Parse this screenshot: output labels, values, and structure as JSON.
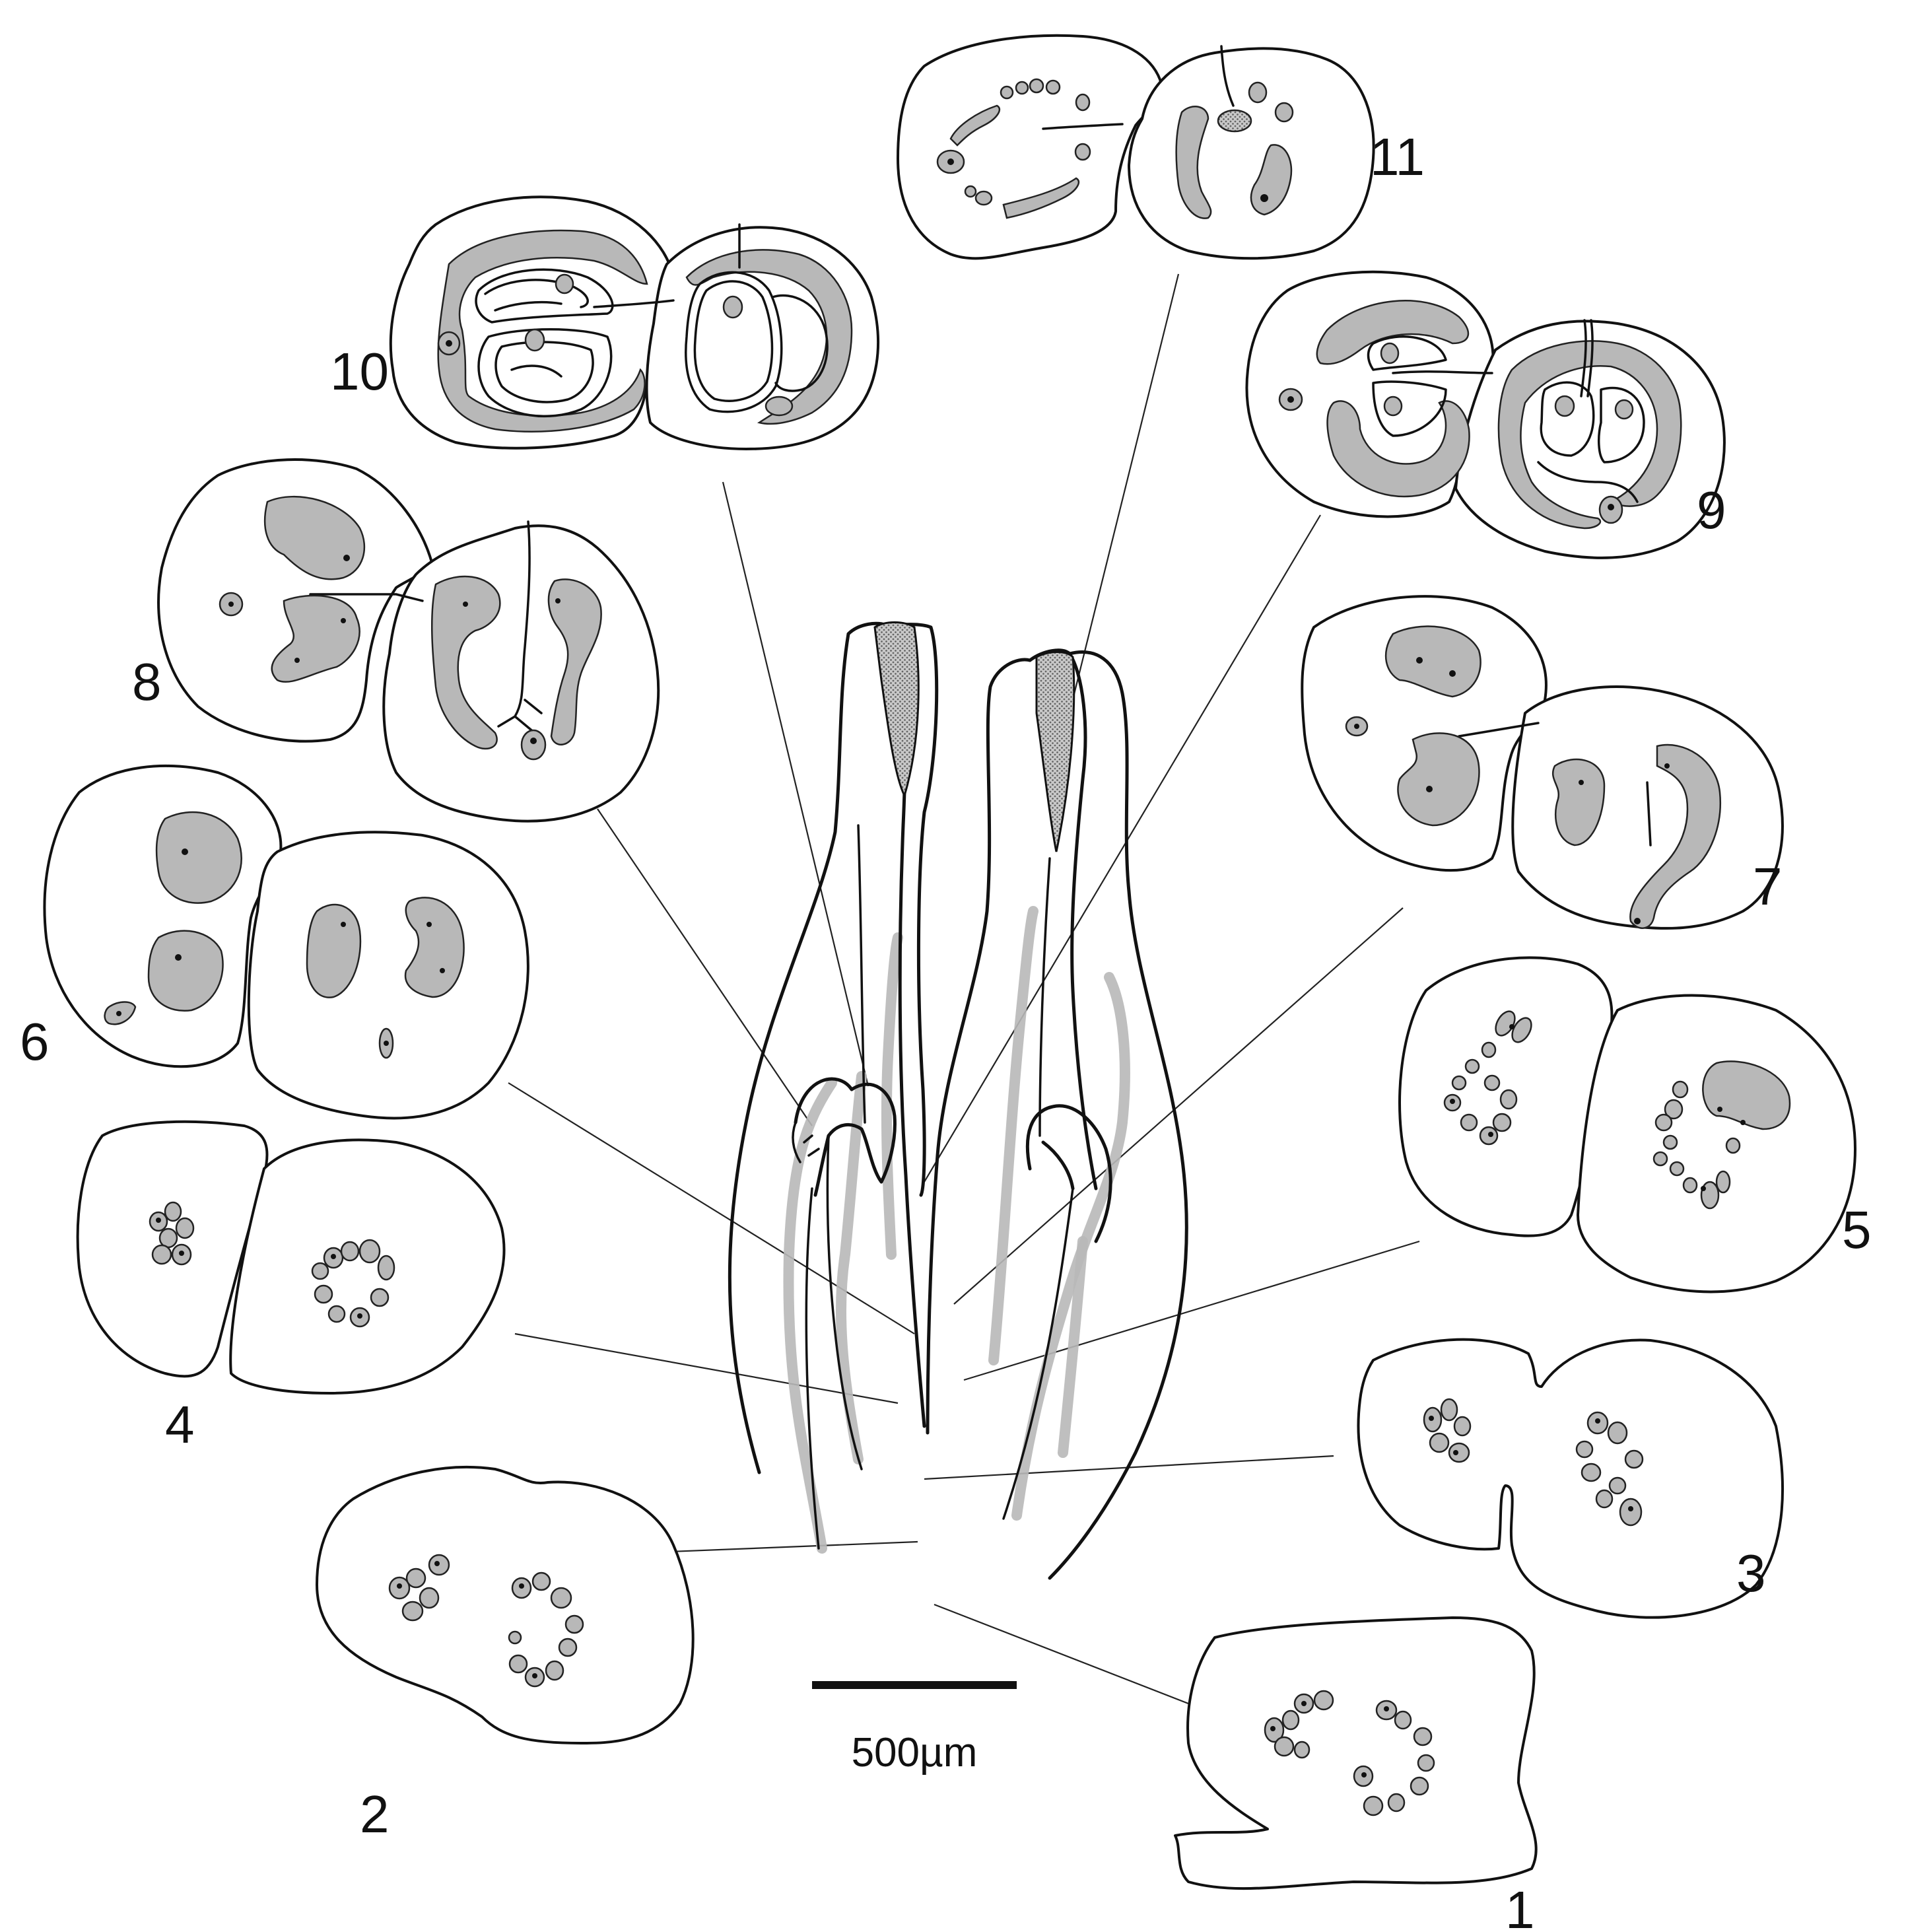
{
  "colors": {
    "outline": "#111111",
    "vascular_tissue": "#b8b8b8",
    "stippled_region": "#9a9a9a",
    "background": "#ffffff"
  },
  "scale_bar": {
    "label": "500µm"
  },
  "sections": [
    {
      "number": "1"
    },
    {
      "number": "2"
    },
    {
      "number": "3"
    },
    {
      "number": "4"
    },
    {
      "number": "5"
    },
    {
      "number": "6"
    },
    {
      "number": "7"
    },
    {
      "number": "8"
    },
    {
      "number": "9"
    },
    {
      "number": "10"
    },
    {
      "number": "11"
    }
  ]
}
